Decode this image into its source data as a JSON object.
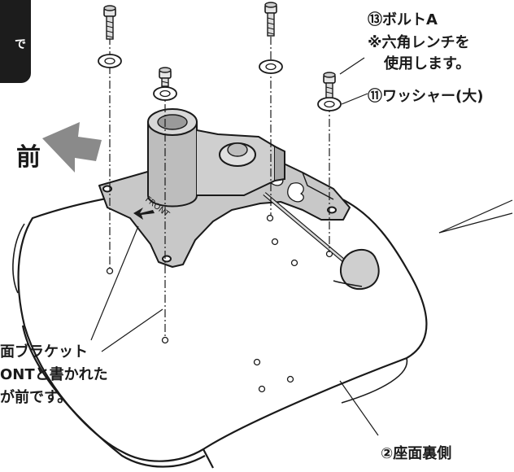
{
  "side_tab": {
    "text": "で"
  },
  "direction": {
    "label": "前"
  },
  "bracket_marking": {
    "text": "FRONT"
  },
  "callouts": {
    "bolt_a": {
      "line1": "⑬ボルトA",
      "line2": "※六角レンチを",
      "line3": "使用します。"
    },
    "washer_large": {
      "text": "⑪ワッシャー(大)"
    },
    "bracket_note": {
      "line1": "面ブラケット",
      "line2": "ONTと書かれた",
      "line3": "が前です。"
    },
    "seat_underside": {
      "text": "②座面裏側"
    }
  }
}
